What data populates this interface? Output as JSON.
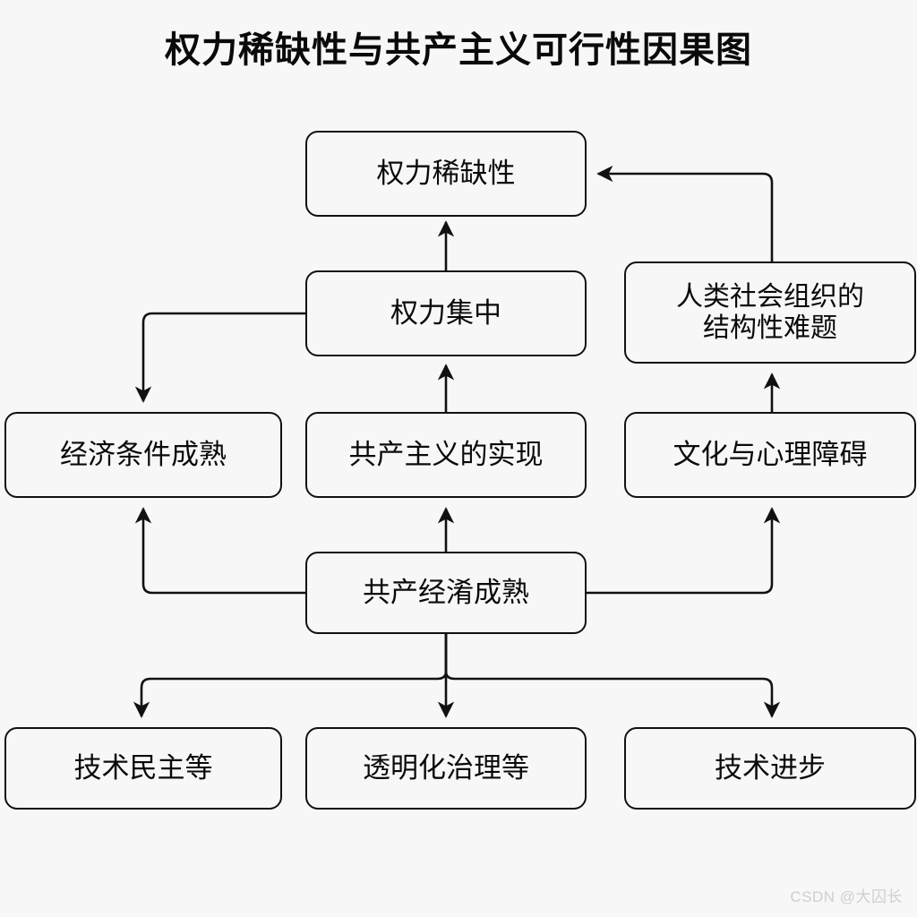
{
  "title": "权力稀缺性与共产主义可行性因果图",
  "watermark": "CSDN @大囚长",
  "style": {
    "background": "#f7f7f7",
    "node_fill": "#f7f7f7",
    "node_stroke": "#111111",
    "text_color": "#0a0a0a",
    "edge_color": "#111111",
    "watermark_color": "#cfcfcf"
  },
  "nodes": {
    "power_scarcity": "权力稀缺性",
    "power_concentration": "权力集中",
    "structural_dilemma": "人类社会组织的\n结构性难题",
    "economic_conditions": "经济条件成熟",
    "communism_realization": "共产主义的实现",
    "cultural_barrier": "文化与心理障碍",
    "communist_economy": "共产经淆成熟",
    "tech_democracy": "技术民主等",
    "transparent_governance": "透明化治理等",
    "tech_progress": "技术进步"
  },
  "edges": [
    {
      "from": "power_concentration",
      "to": "power_scarcity",
      "label": "",
      "route": "vertical-up"
    },
    {
      "from": "structural_dilemma",
      "to": "power_scarcity",
      "label": "",
      "route": "up-then-left"
    },
    {
      "from": "power_concentration",
      "to": "economic_conditions",
      "label": "",
      "route": "left-then-down"
    },
    {
      "from": "communism_realization",
      "to": "power_concentration",
      "label": "",
      "route": "vertical-up"
    },
    {
      "from": "cultural_barrier",
      "to": "structural_dilemma",
      "label": "",
      "route": "vertical-up"
    },
    {
      "from": "communist_economy",
      "to": "communism_realization",
      "label": "",
      "route": "vertical-up"
    },
    {
      "from": "communist_economy",
      "to": "economic_conditions",
      "label": "",
      "route": "left-then-up"
    },
    {
      "from": "communist_economy",
      "to": "cultural_barrier",
      "label": "",
      "route": "right-then-up"
    },
    {
      "from": "communist_economy",
      "to": "tech_democracy",
      "label": "",
      "route": "down-then-left"
    },
    {
      "from": "communist_economy",
      "to": "transparent_governance",
      "label": "",
      "route": "vertical-down"
    },
    {
      "from": "communist_economy",
      "to": "tech_progress",
      "label": "",
      "route": "down-then-right"
    }
  ]
}
